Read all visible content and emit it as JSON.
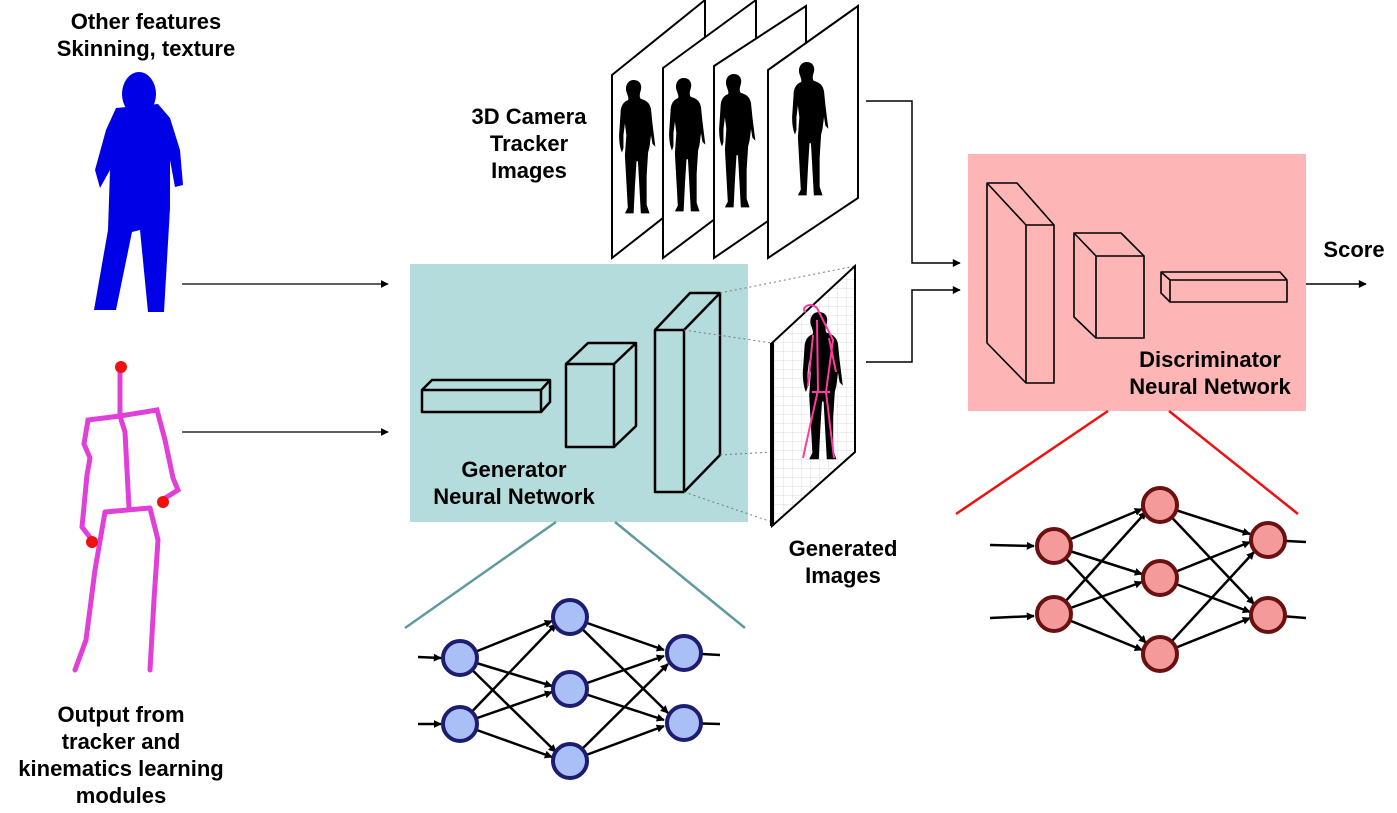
{
  "labels": {
    "other_features": [
      "Other features",
      "Skinning, texture"
    ],
    "tracker_output": [
      "Output from",
      "tracker and",
      "kinematics learning",
      "modules"
    ],
    "camera_images": [
      "3D Camera",
      "Tracker",
      "Images"
    ],
    "generator": [
      "Generator",
      "Neural Network"
    ],
    "generated_images": [
      "Generated",
      "Images"
    ],
    "discriminator": [
      "Discriminator",
      "Neural Network"
    ],
    "score": "Score"
  },
  "colors": {
    "generator_box": "#b4dcdc",
    "discriminator_box": "#fdb5b5",
    "generator_node_fill": "#aabff6",
    "generator_node_stroke": "#1c1c70",
    "discriminator_node_fill": "#f59a9a",
    "discriminator_node_stroke": "#6a1010",
    "body_silhouette": "#0000e6",
    "skeleton": "#e040d8",
    "joint": "#ee1111",
    "generator_link": "#5f9a9e",
    "discriminator_link": "#ee1111"
  },
  "icons": [
    "body-silhouette-icon",
    "skeleton-icon",
    "woman-silhouette-icon"
  ]
}
